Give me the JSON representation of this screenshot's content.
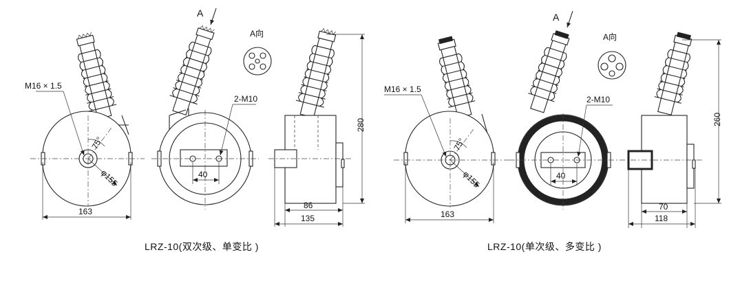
{
  "figures": [
    {
      "caption": "LRZ-10(双次级、单变比 )",
      "dims": {
        "thread": "M16 × 1.5",
        "angle": "75°",
        "diameter": "φ155",
        "width": "163",
        "holes": "2-M10",
        "spacing": "40",
        "height": "280",
        "base": "86",
        "depth": "135"
      },
      "view_arrow": "A",
      "view_label": "A向"
    },
    {
      "caption": "LRZ-10(单次级、多变比 )",
      "dims": {
        "thread": "M16 × 1.5",
        "angle": "75°",
        "diameter": "φ155",
        "width": "163",
        "holes": "2-M10",
        "spacing": "40",
        "height": "260",
        "base": "70",
        "depth": "118"
      },
      "view_arrow": "A",
      "view_label": "A向"
    }
  ]
}
